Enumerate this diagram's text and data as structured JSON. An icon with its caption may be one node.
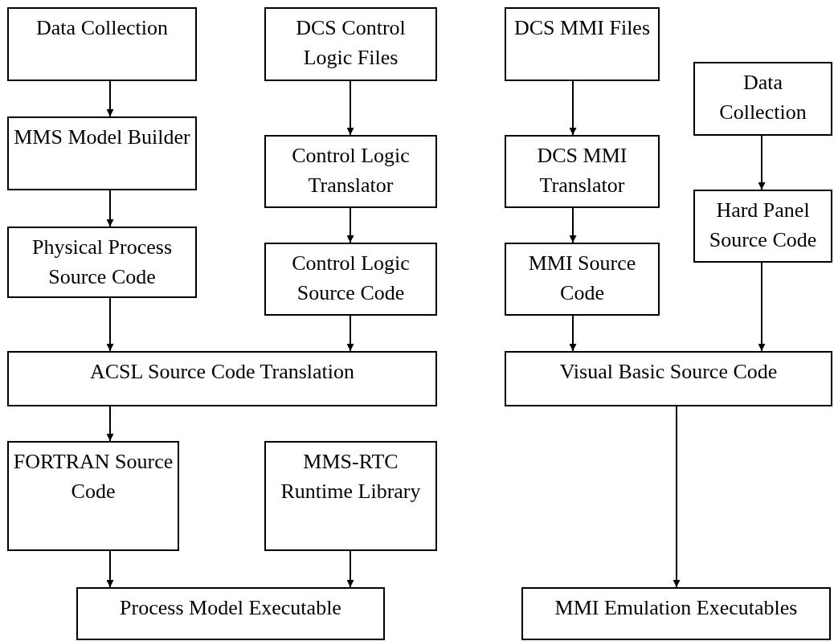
{
  "diagram": {
    "nodes": [
      {
        "text": [
          "Data Collection"
        ]
      },
      {
        "text": [
          "DCS Control Logic Files"
        ]
      },
      {
        "text": [
          "DCS MMI Files"
        ]
      },
      {
        "text": [
          "Data Collection"
        ]
      },
      {
        "text": [
          "MMS Model Builder"
        ]
      },
      {
        "text": [
          "Control Logic Translator"
        ]
      },
      {
        "text": [
          "DCS MMI Translator"
        ]
      },
      {
        "text": [
          "Hard Panel Source Code"
        ]
      },
      {
        "text": [
          "Physical Process Source Code"
        ]
      },
      {
        "text": [
          "Control Logic Source Code"
        ]
      },
      {
        "text": [
          "MMI Source Code"
        ]
      },
      {
        "text": [
          "ACSL Source Code Translation"
        ]
      },
      {
        "text": [
          "Visual Basic Source Code"
        ]
      },
      {
        "text": [
          "FORTRAN Source Code"
        ]
      },
      {
        "text": [
          "MMS-RTC Runtime Library"
        ]
      },
      {
        "text": [
          "Process Model Executable"
        ]
      },
      {
        "text": [
          "MMI Emulation Executables"
        ]
      }
    ],
    "edges": [
      {
        "from": 0,
        "to": 4,
        "arrow": "to"
      },
      {
        "from": 4,
        "to": 8,
        "arrow": "to"
      },
      {
        "from": 1,
        "to": 5,
        "arrow": "to"
      },
      {
        "from": 5,
        "to": 9,
        "arrow": "to"
      },
      {
        "from": 2,
        "to": 6,
        "arrow": "to"
      },
      {
        "from": 6,
        "to": 10,
        "arrow": "to"
      },
      {
        "from": 3,
        "to": 7,
        "arrow": "to"
      },
      {
        "from": 8,
        "to": 11,
        "arrow": "to"
      },
      {
        "from": 9,
        "to": 11,
        "arrow": "to"
      },
      {
        "from": 10,
        "to": 12,
        "arrow": "to"
      },
      {
        "from": 7,
        "to": 12,
        "arrow": "to"
      },
      {
        "from": 11,
        "to": 13,
        "arrow": "to"
      },
      {
        "from": 13,
        "to": 15,
        "arrow": "to"
      },
      {
        "from": 14,
        "to": 15,
        "arrow": "to"
      },
      {
        "from": 12,
        "to": 16,
        "arrow": "to"
      }
    ]
  }
}
